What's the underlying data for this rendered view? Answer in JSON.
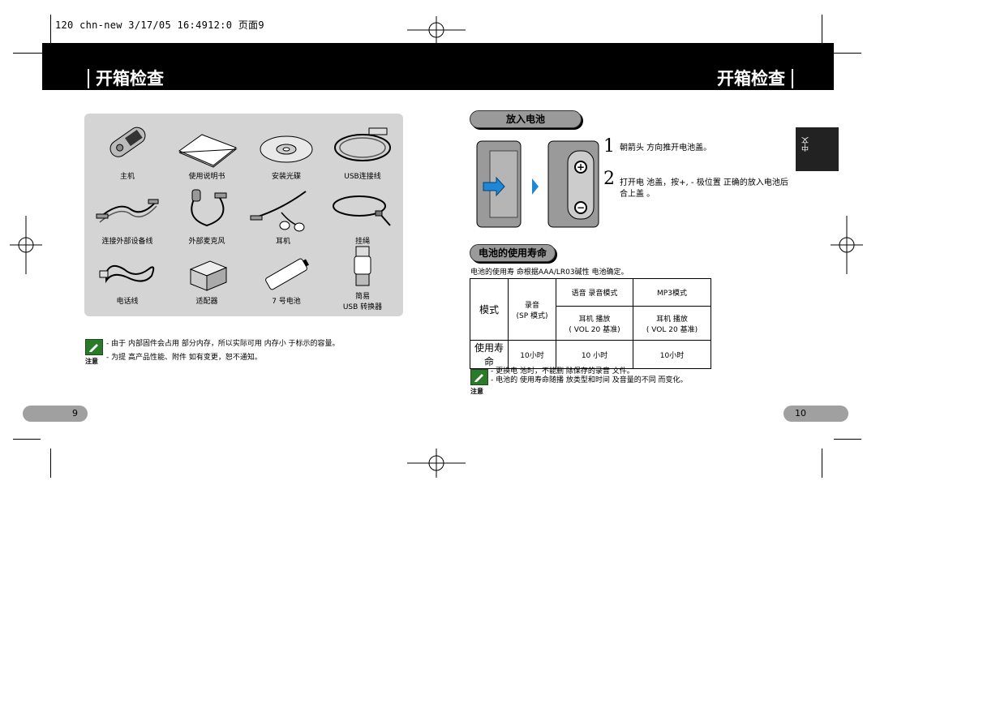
{
  "printer_header": "120 chn-new  3/17/05 16:4912:0  页面9",
  "header": {
    "title_left": "开箱检查",
    "title_right": "开箱检查"
  },
  "accessories": [
    {
      "label": "主机"
    },
    {
      "label": "使用说明书"
    },
    {
      "label": "安装光碟"
    },
    {
      "label": "USB连接线"
    },
    {
      "label": "连接外部设备线"
    },
    {
      "label": "外部麦克风"
    },
    {
      "label": "耳机"
    },
    {
      "label": "挂绳"
    },
    {
      "label": "电话线"
    },
    {
      "label": "适配器"
    },
    {
      "label": "7 号电池"
    },
    {
      "label": "简易",
      "label2": "USB 转换器"
    }
  ],
  "left_note": {
    "caption": "注意",
    "lines": [
      "- 由于 内部固件会占用 部分内存，所以实际可用 内存小 于标示的容量。",
      "- 为提 高产品性能、附件 如有变更，恕不通知。"
    ]
  },
  "battery_section": {
    "title": "放入电池",
    "steps": [
      {
        "number": "1",
        "text": "朝箭头 方向推开电池盖。"
      },
      {
        "number": "2",
        "text": "打开电 池盖，按+, - 极位置 正确的放入电池后",
        "text2": "合上盖 。"
      }
    ],
    "symbols": {
      "plus": "+",
      "minus": "−"
    }
  },
  "life_section": {
    "title": "电池的使用寿命",
    "intro": "电池的使用寿 命根据AAA/LR03碱性 电池确定。",
    "table": {
      "mode_label": "模式",
      "life_label": "使用寿命",
      "col1_header": "录音",
      "col1_sub": "(SP 模式)",
      "col2_header": "语音 录音模式",
      "col3_header": "MP3模式",
      "col2_sub": "耳机 播放",
      "col2_sub2": "( VOL 20 基准)",
      "col3_sub": "耳机 播放",
      "col3_sub2": "( VOL 20 基准)",
      "col1_life": "10小时",
      "col2_life": "10 小时",
      "col3_life": "10小时"
    }
  },
  "right_note": {
    "caption": "注意",
    "lines": [
      "- 更换电 池时，不能删 除保存的录音 文件。",
      "- 电池的 使用寿命随播 放类型和时间 及音量的不同 而变化。"
    ]
  },
  "page_numbers": {
    "left": "9",
    "right": "10"
  },
  "lang_tab": "中文"
}
